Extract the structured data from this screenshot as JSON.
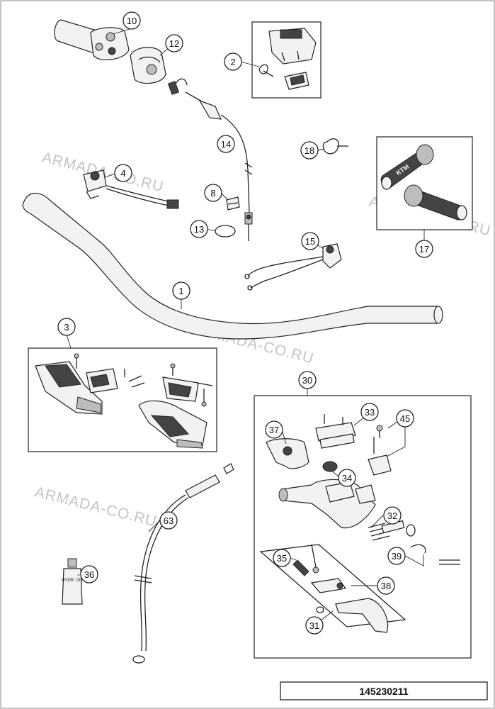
{
  "watermark_text": "ARMADA-CO.RU",
  "diagram_code": "145230211",
  "bottle_label": "HYDR. OIL",
  "grip_logo": "KTM",
  "callouts": [
    "1",
    "2",
    "3",
    "4",
    "8",
    "10",
    "12",
    "13",
    "14",
    "15",
    "17",
    "18",
    "30",
    "31",
    "32",
    "33",
    "34",
    "35",
    "36",
    "37",
    "38",
    "39",
    "45",
    "63"
  ]
}
